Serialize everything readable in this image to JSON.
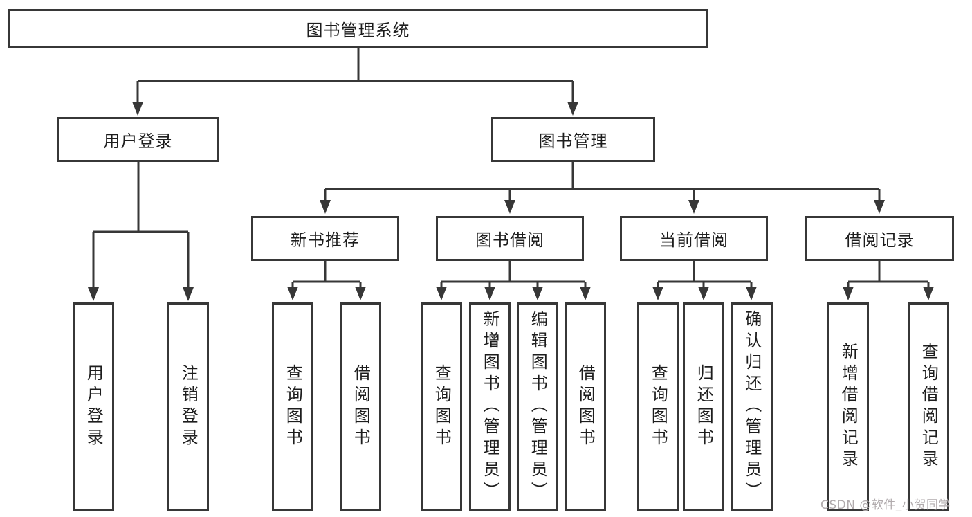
{
  "diagram": {
    "title": "图书管理系统",
    "nodes": {
      "root": {
        "label": "图书管理系统"
      },
      "user_login": {
        "label": "用户登录"
      },
      "book_mgmt": {
        "label": "图书管理"
      },
      "new_book_rec": {
        "label": "新书推荐"
      },
      "book_borrow": {
        "label": "图书借阅"
      },
      "current_borrow": {
        "label": "当前借阅"
      },
      "borrow_record": {
        "label": "借阅记录"
      },
      "leaf_user_login": {
        "label": "用户登录"
      },
      "leaf_logout": {
        "label": "注销登录"
      },
      "leaf_query_book_rec": {
        "label": "查询图书"
      },
      "leaf_borrow_book_rec": {
        "label": "借阅图书"
      },
      "leaf_query_book_borrow": {
        "label": "查询图书"
      },
      "leaf_add_book": {
        "label": "新增图书（管理员）"
      },
      "leaf_edit_book": {
        "label": "编辑图书（管理员）"
      },
      "leaf_borrow_book_borrow": {
        "label": "借阅图书"
      },
      "leaf_query_book_current": {
        "label": "查询图书"
      },
      "leaf_return_book": {
        "label": "归还图书"
      },
      "leaf_confirm_return": {
        "label": "确认归还（管理员）"
      },
      "leaf_add_borrow_record": {
        "label": "新增借阅记录"
      },
      "leaf_query_borrow_record": {
        "label": "查询借阅记录"
      }
    }
  },
  "watermark": {
    "text": "CSDN @软件_小贺同学"
  },
  "colors": {
    "line": "#373737",
    "box_border": "#373737",
    "text": "#1d1d1d",
    "watermark": "#b1abad",
    "background": "#ffffff"
  }
}
